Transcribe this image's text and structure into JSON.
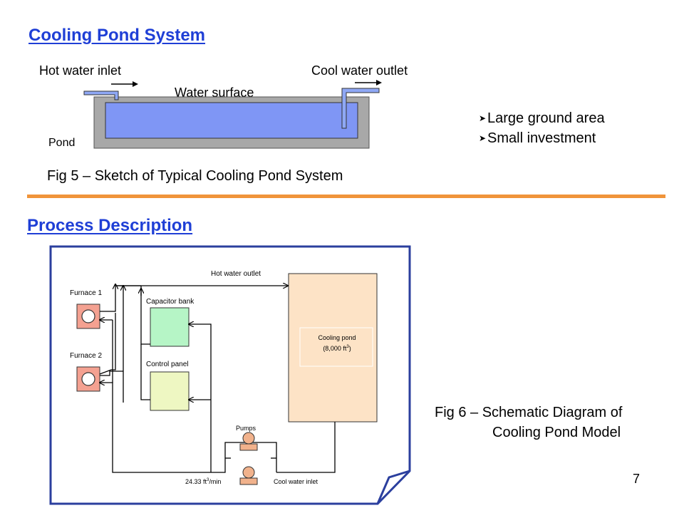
{
  "section1": {
    "title": "Cooling Pond System"
  },
  "sketch": {
    "hot_inlet_label": "Hot water inlet",
    "cool_outlet_label": "Cool water outlet",
    "water_surface_label": "Water surface",
    "pond_label": "Pond",
    "colors": {
      "water": "#7f96f5",
      "pond_wall": "#a8a8a8"
    }
  },
  "bullets": [
    "Large ground area",
    "Small investment"
  ],
  "fig5_caption": "Fig 5 – Sketch of Typical Cooling Pond System",
  "section2": {
    "title": "Process Description"
  },
  "schematic": {
    "furnace1": "Furnace 1",
    "furnace2": "Furnace 2",
    "capacitor_bank": "Capacitor bank",
    "control_panel": "Control panel",
    "hot_water_outlet": "Hot water outlet",
    "cooling_pond_line1": "Cooling pond",
    "cooling_pond_line2_pre": "(8,000 ft",
    "cooling_pond_line2_sup": "3",
    "cooling_pond_line2_post": ")",
    "pumps": "Pumps",
    "flow_rate_pre": "24.33 ft",
    "flow_rate_sup": "3",
    "flow_rate_post": "/min",
    "cool_water_inlet": "Cool water inlet",
    "colors": {
      "frame": "#2b3f9e",
      "furnace": "#f4a191",
      "capacitor": "#b6f5c6",
      "control": "#eef7c2",
      "pond": "#fde3c6",
      "pump": "#f1b28c"
    }
  },
  "fig6_caption": {
    "line1": "Fig 6 – Schematic Diagram of",
    "line2": "Cooling Pond Model"
  },
  "page_number": "7"
}
